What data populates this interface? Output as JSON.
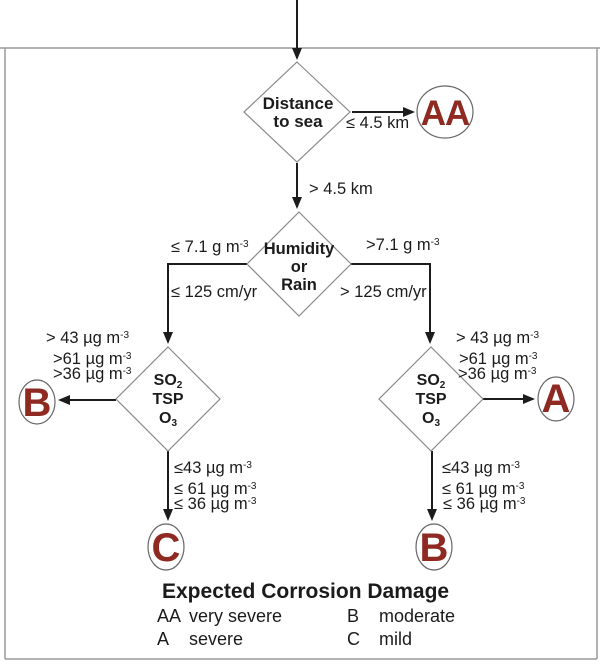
{
  "palette": {
    "result_letter_color": "#8F2A22",
    "line_color": "#1c1c1c",
    "shape_outline_color": "#8a8a8a"
  },
  "nodes": {
    "distance": {
      "line1": "Distance",
      "line2": "to sea"
    },
    "humidity": {
      "line1": "Humidity",
      "line2": "or",
      "line3": "Rain"
    },
    "pollutants_left": {
      "so2_base": "SO",
      "so2_sub": "2",
      "tsp": "TSP",
      "o3_base": "O",
      "o3_sub": "3"
    },
    "pollutants_right": {
      "so2_base": "SO",
      "so2_sub": "2",
      "tsp": "TSP",
      "o3_base": "O",
      "o3_sub": "3"
    },
    "result_aa": "AA",
    "result_a": "A",
    "result_b_left": "B",
    "result_b_right": "B",
    "result_c": "C"
  },
  "edges": {
    "distance_to_aa": "≤ 4.5 km",
    "distance_to_humidity": "> 4.5 km",
    "humidity_left_top": {
      "base": "≤ 7.1 g m",
      "sup": "-3"
    },
    "humidity_left_bottom": "≤ 125 cm/yr",
    "humidity_right_top": {
      "base": ">7.1 g m",
      "sup": "-3"
    },
    "humidity_right_bottom": "> 125 cm/yr",
    "left_exceed": [
      {
        "base": "> 43 µg m",
        "sup": "-3"
      },
      {
        "base": ">61 µg m",
        "sup": "-3"
      },
      {
        "base": ">36 µg m",
        "sup": "-3"
      }
    ],
    "left_below": [
      {
        "base": "≤43 µg m",
        "sup": "-3"
      },
      {
        "base": "≤ 61 µg m",
        "sup": "-3"
      },
      {
        "base": "≤ 36 µg m",
        "sup": "-3"
      }
    ],
    "right_exceed": [
      {
        "base": "> 43 µg m",
        "sup": "-3"
      },
      {
        "base": ">61 µg m",
        "sup": "-3"
      },
      {
        "base": ">36 µg m",
        "sup": "-3"
      }
    ],
    "right_below": [
      {
        "base": "≤43 µg m",
        "sup": "-3"
      },
      {
        "base": "≤ 61 µg m",
        "sup": "-3"
      },
      {
        "base": "≤ 36 µg m",
        "sup": "-3"
      }
    ]
  },
  "legend": {
    "title": "Expected Corrosion Damage",
    "items": [
      {
        "key": "AA",
        "label": "very severe"
      },
      {
        "key": "A",
        "label": "severe"
      },
      {
        "key": "B",
        "label": "moderate"
      },
      {
        "key": "C",
        "label": "mild"
      }
    ]
  }
}
